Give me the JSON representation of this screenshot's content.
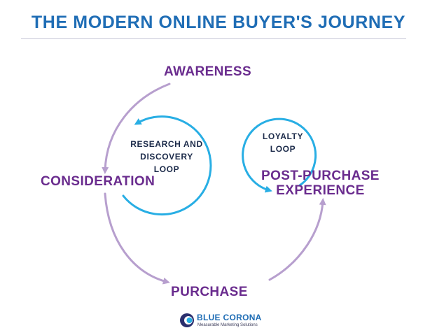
{
  "header": {
    "title": "THE MODERN ONLINE BUYER'S JOURNEY"
  },
  "stages": {
    "awareness": "AWARENESS",
    "consideration": "CONSIDERATION",
    "purchase": "PURCHASE",
    "post_purchase_line1": "POST-PURCHASE",
    "post_purchase_line2": "EXPERIENCE"
  },
  "loops": {
    "research_line1": "RESEARCH AND",
    "research_line2": "DISCOVERY",
    "research_line3": "LOOP",
    "loyalty_line1": "LOYALTY",
    "loyalty_line2": "LOOP"
  },
  "logo": {
    "name": "BLUE CORONA",
    "tagline": "Measurable Marketing Solutions"
  },
  "colors": {
    "title": "#1f6db5",
    "stage_text": "#6a2c8e",
    "journey_arrow": "#b79fce",
    "loop_arrow": "#28aee4",
    "loop_text": "#1c2b4a"
  }
}
